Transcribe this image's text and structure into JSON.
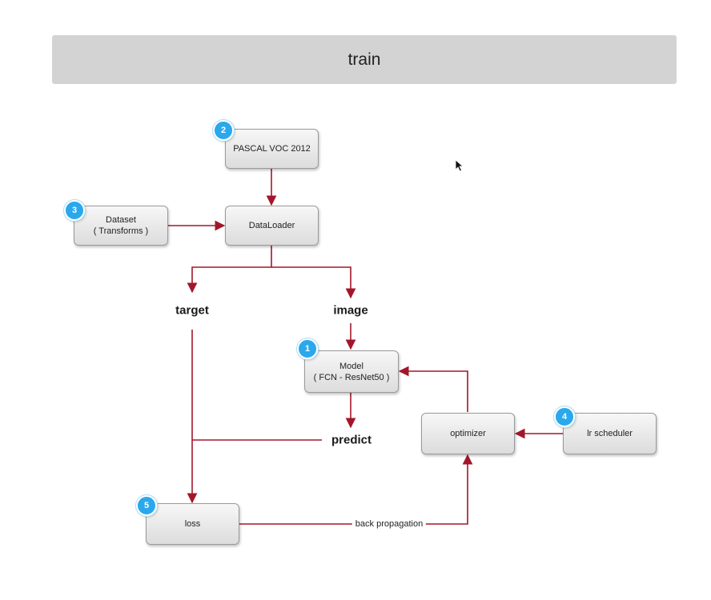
{
  "header": {
    "title": "train"
  },
  "nodes": {
    "pascal_voc": {
      "line1": "PASCAL VOC 2012",
      "badge": "2"
    },
    "dataset": {
      "line1": "Dataset",
      "line2": "( Transforms )",
      "badge": "3"
    },
    "dataloader": {
      "line1": "DataLoader"
    },
    "model": {
      "line1": "Model",
      "line2": "( FCN - ResNet50 )",
      "badge": "1"
    },
    "optimizer": {
      "line1": "optimizer"
    },
    "lr_scheduler": {
      "line1": "lr scheduler",
      "badge": "4"
    },
    "loss": {
      "line1": "loss",
      "badge": "5"
    }
  },
  "labels": {
    "target": "target",
    "image": "image",
    "predict": "predict"
  },
  "edge_labels": {
    "back_propagation": "back propagation"
  },
  "colors": {
    "arrow": "#a3162a",
    "badge": "#2aa8ec",
    "header_bg": "#d3d3d3"
  }
}
